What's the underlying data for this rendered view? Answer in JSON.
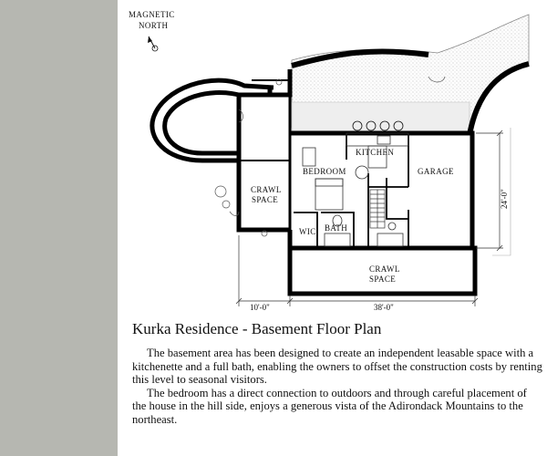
{
  "compass": {
    "line1": "MAGNETIC",
    "line2": "NORTH"
  },
  "rooms": {
    "kitchen": "KITCHEN",
    "bedroom": "BEDROOM",
    "garage": "GARAGE",
    "crawl_left_1": "CRAWL",
    "crawl_left_2": "SPACE",
    "crawl_bottom_1": "CRAWL",
    "crawl_bottom_2": "SPACE",
    "wic": "WIC",
    "bath": "BATH"
  },
  "dimensions": {
    "left": "10'-0\"",
    "main": "38'-0\"",
    "height": "24'-0\""
  },
  "title": "Kurka Residence - Basement Floor Plan",
  "description": [
    "The basement area has been designed to create an independent leasable space with a kitchenette and a full bath, enabling the owners to offset the construction costs by renting this level to seasonal visitors.",
    "The bedroom has a direct connection to outdoors and through careful placement of the house in the hill side, enjoys a generous vista of the Adirondack Mountains to the northeast."
  ]
}
